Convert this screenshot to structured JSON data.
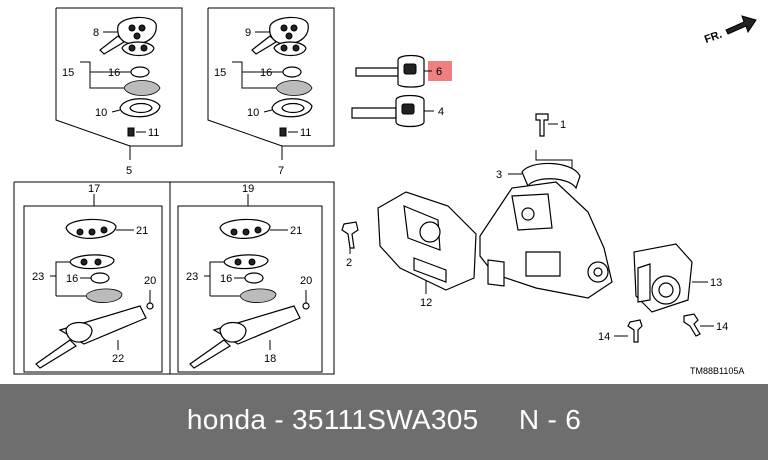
{
  "diagram": {
    "callouts": {
      "c1": "1",
      "c2": "2",
      "c3": "3",
      "c4": "4",
      "c5": "5",
      "c6": "6",
      "c7": "7",
      "c8": "8",
      "c9": "9",
      "c10a": "10",
      "c10b": "10",
      "c11a": "11",
      "c11b": "11",
      "c12": "12",
      "c13": "13",
      "c14a": "14",
      "c14b": "14",
      "c15a": "15",
      "c15b": "15",
      "c16a": "16",
      "c16b": "16",
      "c16c": "16",
      "c16d": "16",
      "c17": "17",
      "c18": "18",
      "c19": "19",
      "c20a": "20",
      "c20b": "20",
      "c21a": "21",
      "c21b": "21",
      "c22": "22",
      "c23a": "23",
      "c23b": "23"
    },
    "highlighted_part": "6",
    "highlight_color": "#f08080",
    "direction_label": "FR.",
    "drawing_code": "TM88B1105A"
  },
  "footer": {
    "caption": "honda - 35111SWA305     N - 6",
    "background": "#6e6e6e"
  }
}
